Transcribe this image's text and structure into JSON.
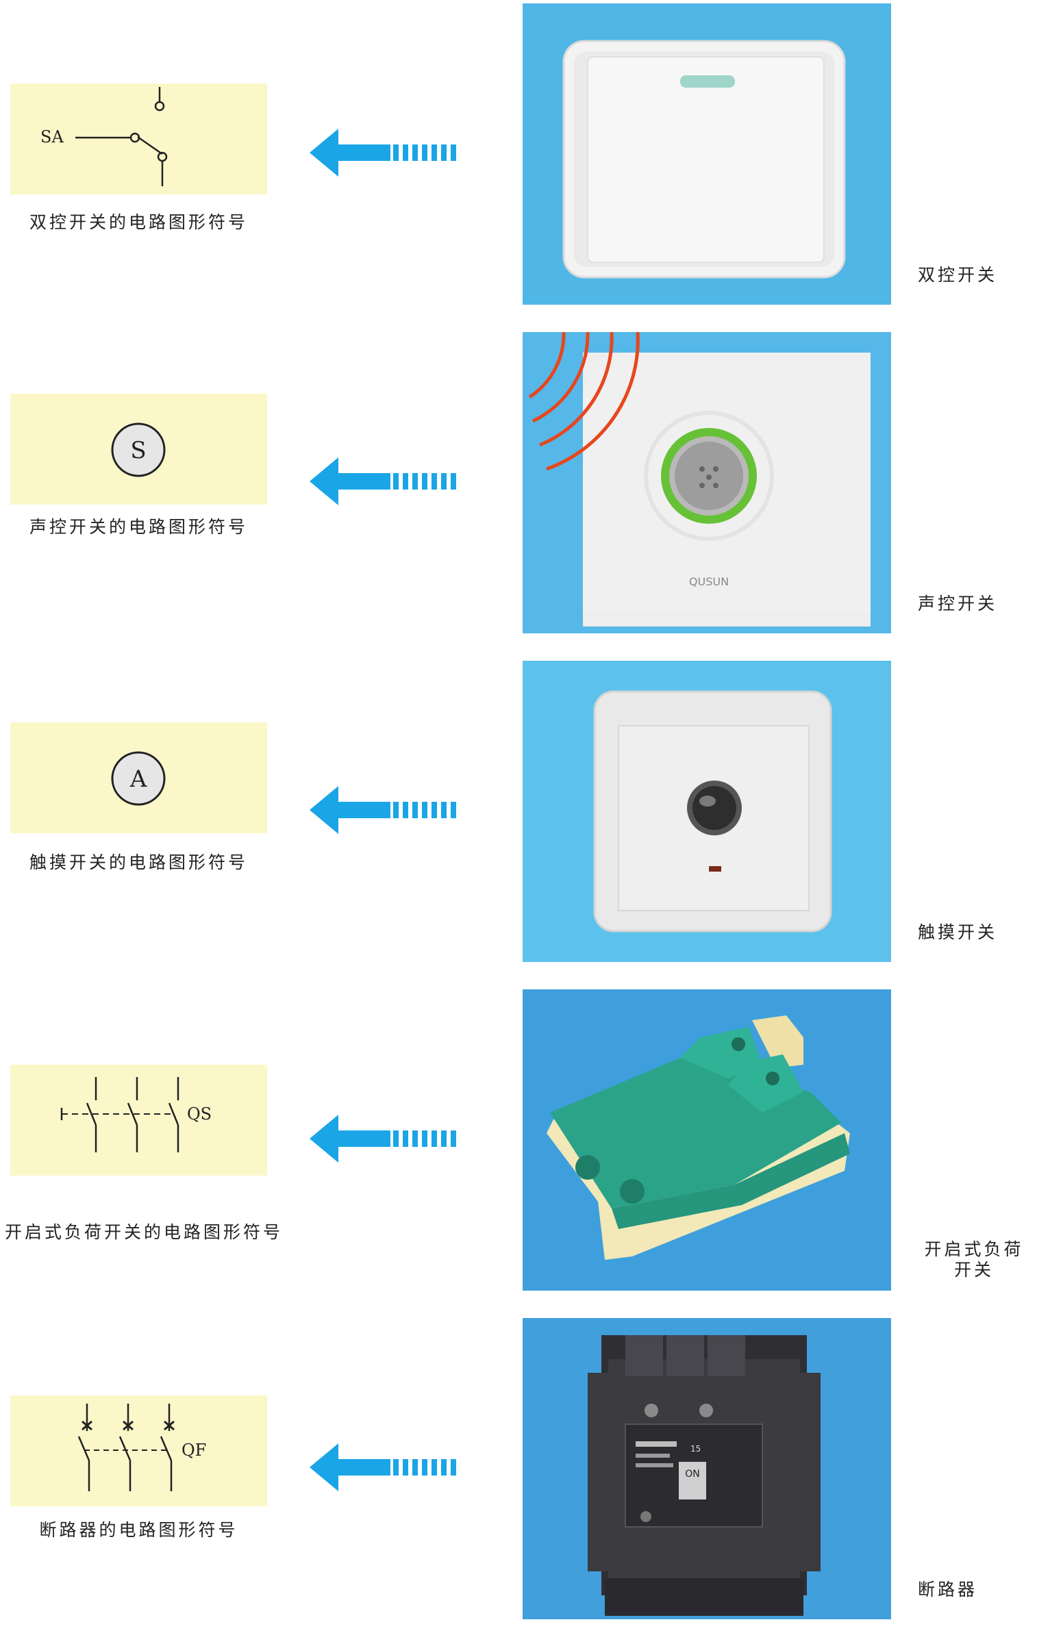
{
  "rows": [
    {
      "symbol_text": "SA",
      "symbol_caption": "双控开关的电路图形符号",
      "photo_caption": "双控开关"
    },
    {
      "symbol_text": "S",
      "symbol_caption": "声控开关的电路图形符号",
      "photo_caption": "声控开关",
      "brand": "QUSUN"
    },
    {
      "symbol_text": "A",
      "symbol_caption": "触摸开关的电路图形符号",
      "photo_caption": "触摸开关"
    },
    {
      "symbol_text": "QS",
      "symbol_caption": "开启式负荷开关的电路图形符号",
      "photo_caption_line1": "开启式负荷",
      "photo_caption_line2": "开关"
    },
    {
      "symbol_text": "QF",
      "symbol_caption": "断路器的电路图形符号",
      "photo_caption": "断路器",
      "breaker_label": "ON",
      "breaker_rating": "15"
    }
  ],
  "colors": {
    "symbol_bg": "#fbf7c9",
    "arrow": "#1aa5e6",
    "panel_1": "#4fb6e6",
    "panel_2": "#55b8e8",
    "panel_3": "#5cc2ec",
    "panel_4": "#3f9fdc",
    "panel_5": "#419fdc"
  },
  "icons": [
    "left-arrow-icon",
    "wall-switch-photo",
    "sound-switch-photo",
    "touch-switch-photo",
    "knife-switch-photo",
    "circuit-breaker-photo"
  ]
}
